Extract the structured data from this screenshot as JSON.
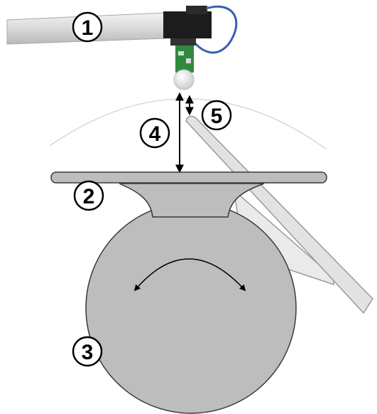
{
  "labels": {
    "one": "1",
    "two": "2",
    "three": "3",
    "four": "4",
    "five": "5"
  },
  "colors": {
    "arm": "#d6d6d6",
    "arm_outline": "#a8a8a8",
    "sensor_body": "#1c1c1c",
    "cable": "#3a5fb0",
    "pcb": "#2f8a3c",
    "probe_ball": "#f2f2f2",
    "platform": "#bdbdbd",
    "outline": "#3a3a3a",
    "arc": "#cfcfcf",
    "support": "#e4e4e4"
  },
  "icons": {
    "rotation": "curved-double-arrow",
    "distance": "double-headed-arrow"
  }
}
